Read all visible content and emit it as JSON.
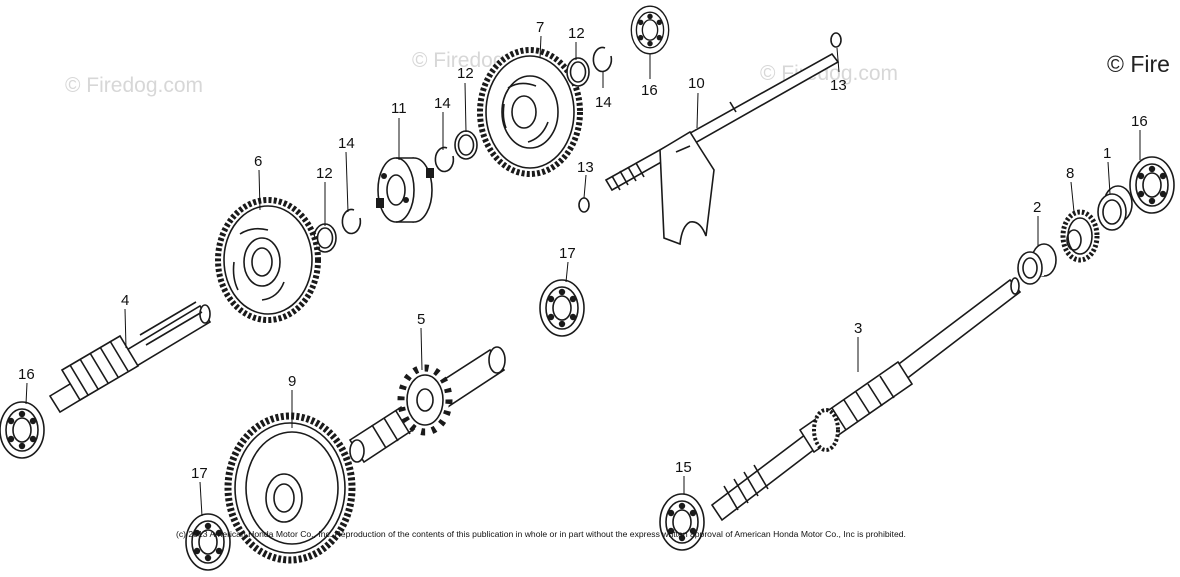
{
  "watermarks": [
    "© Firedog.com",
    "© Firedog.com",
    "© Firedog.com"
  ],
  "corner_watermark": "© Fire",
  "copyright": "(c) 2013 American Honda Motor Co., Inc. Reproduction of the contents of this publication in whole or in part without the express written approval of American Honda Motor Co., Inc is prohibited.",
  "callouts": {
    "c1": "1",
    "c2": "2",
    "c3": "3",
    "c4": "4",
    "c5": "5",
    "c6": "6",
    "c7": "7",
    "c8": "8",
    "c9": "9",
    "c10": "10",
    "c11": "11",
    "c12a": "12",
    "c12b": "12",
    "c12c": "12",
    "c13a": "13",
    "c13b": "13",
    "c14a": "14",
    "c14b": "14",
    "c14c": "14",
    "c15": "15",
    "c16a": "16",
    "c16b": "16",
    "c16c": "16",
    "c17a": "17",
    "c17b": "17"
  }
}
